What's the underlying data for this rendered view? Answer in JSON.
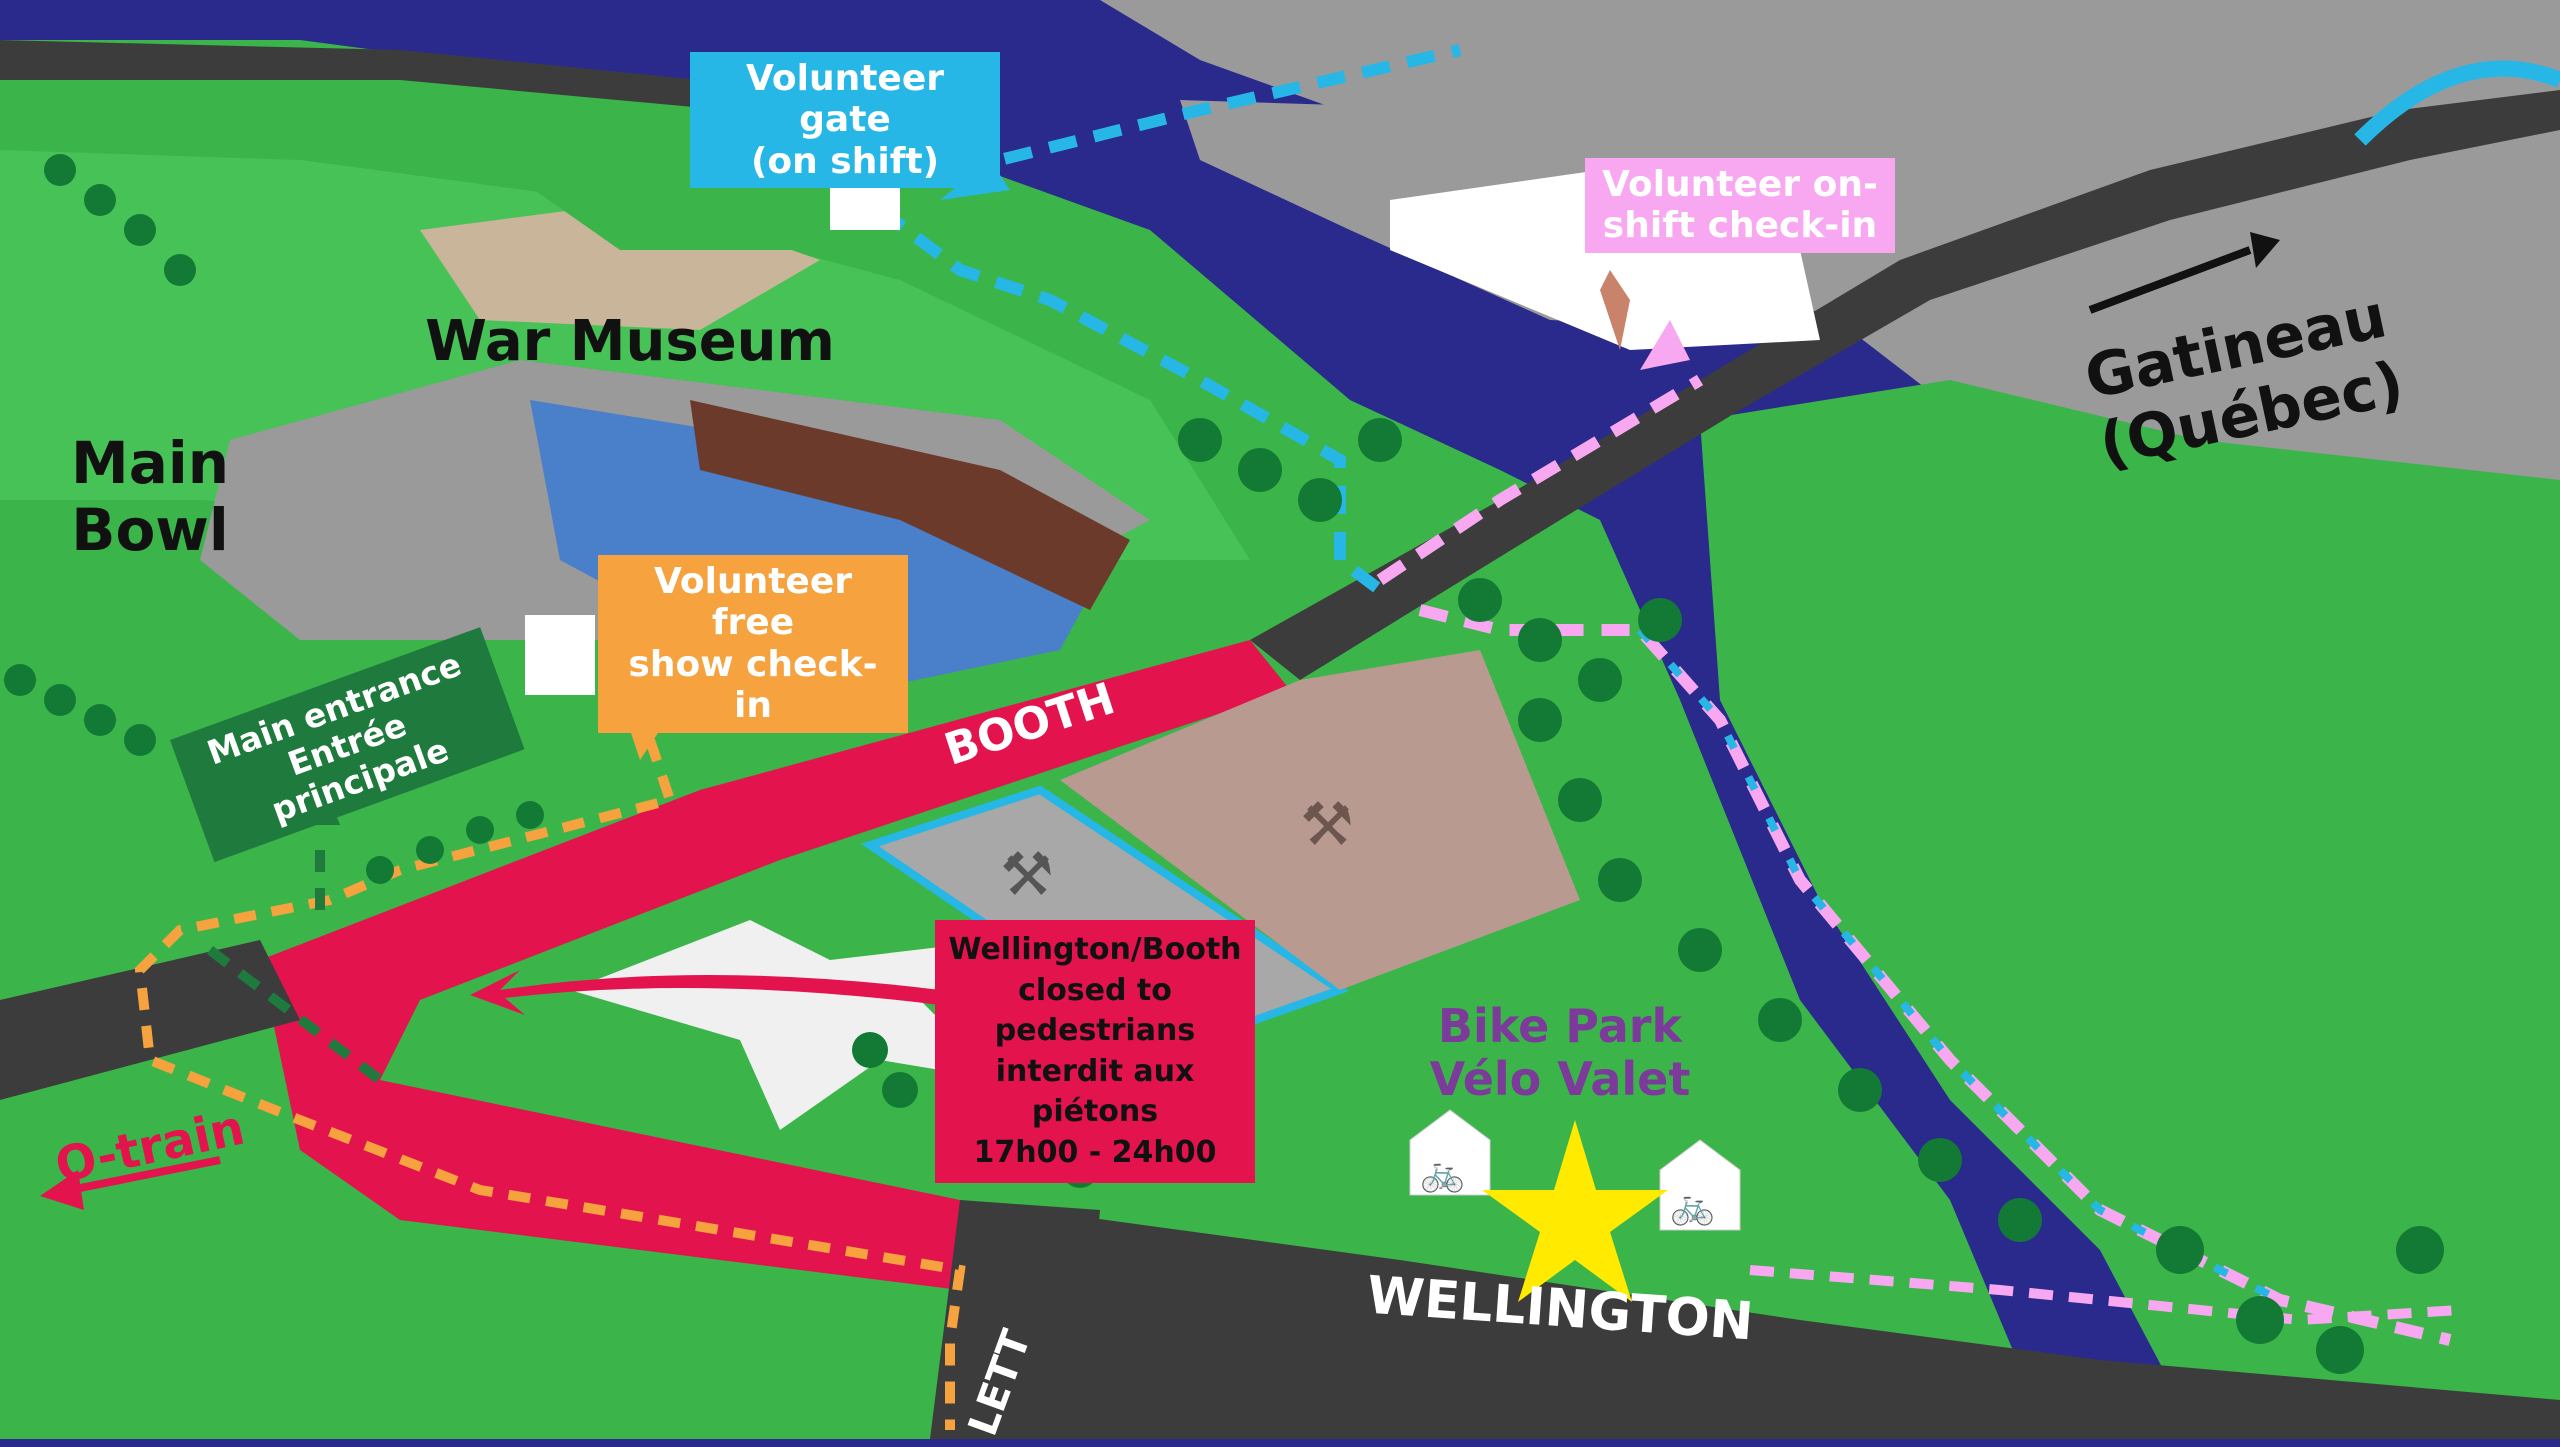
{
  "labels": {
    "main_bowl": "Main\nBowl",
    "war_museum": "War Museum",
    "volunteer_gate": "Volunteer gate\n(on shift)",
    "volunteer_onshift_checkin": "Volunteer on-\nshift check-in",
    "volunteer_free_show_checkin": "Volunteer free\nshow check-in",
    "main_entrance": "Main entrance\nEntrée principale",
    "booth": "BOOTH",
    "wellington": "WELLINGTON",
    "lett": "LETT",
    "closure_notice": "Wellington/Booth\nclosed to pedestrians\ninterdit aux piétons\n17h00 - 24h00",
    "bike_park": "Bike Park\nVélo Valet",
    "otrain": "O-train",
    "gatineau": "Gatineau\n(Québec)"
  },
  "icons": {
    "bike": "bicycle-icon",
    "tools": "hammer-wrench-icon",
    "star": "star-icon"
  },
  "colors": {
    "water": "#2a2a8c",
    "grass": "#3bb54a",
    "road": "#3c3c3c",
    "closed_road": "#e2134d",
    "volunteer_gate_route": "#27b7e6",
    "volunteer_checkin_route": "#f7a8f0",
    "free_show_route": "#f5a23f",
    "main_entrance_route": "#1f7a3d"
  }
}
